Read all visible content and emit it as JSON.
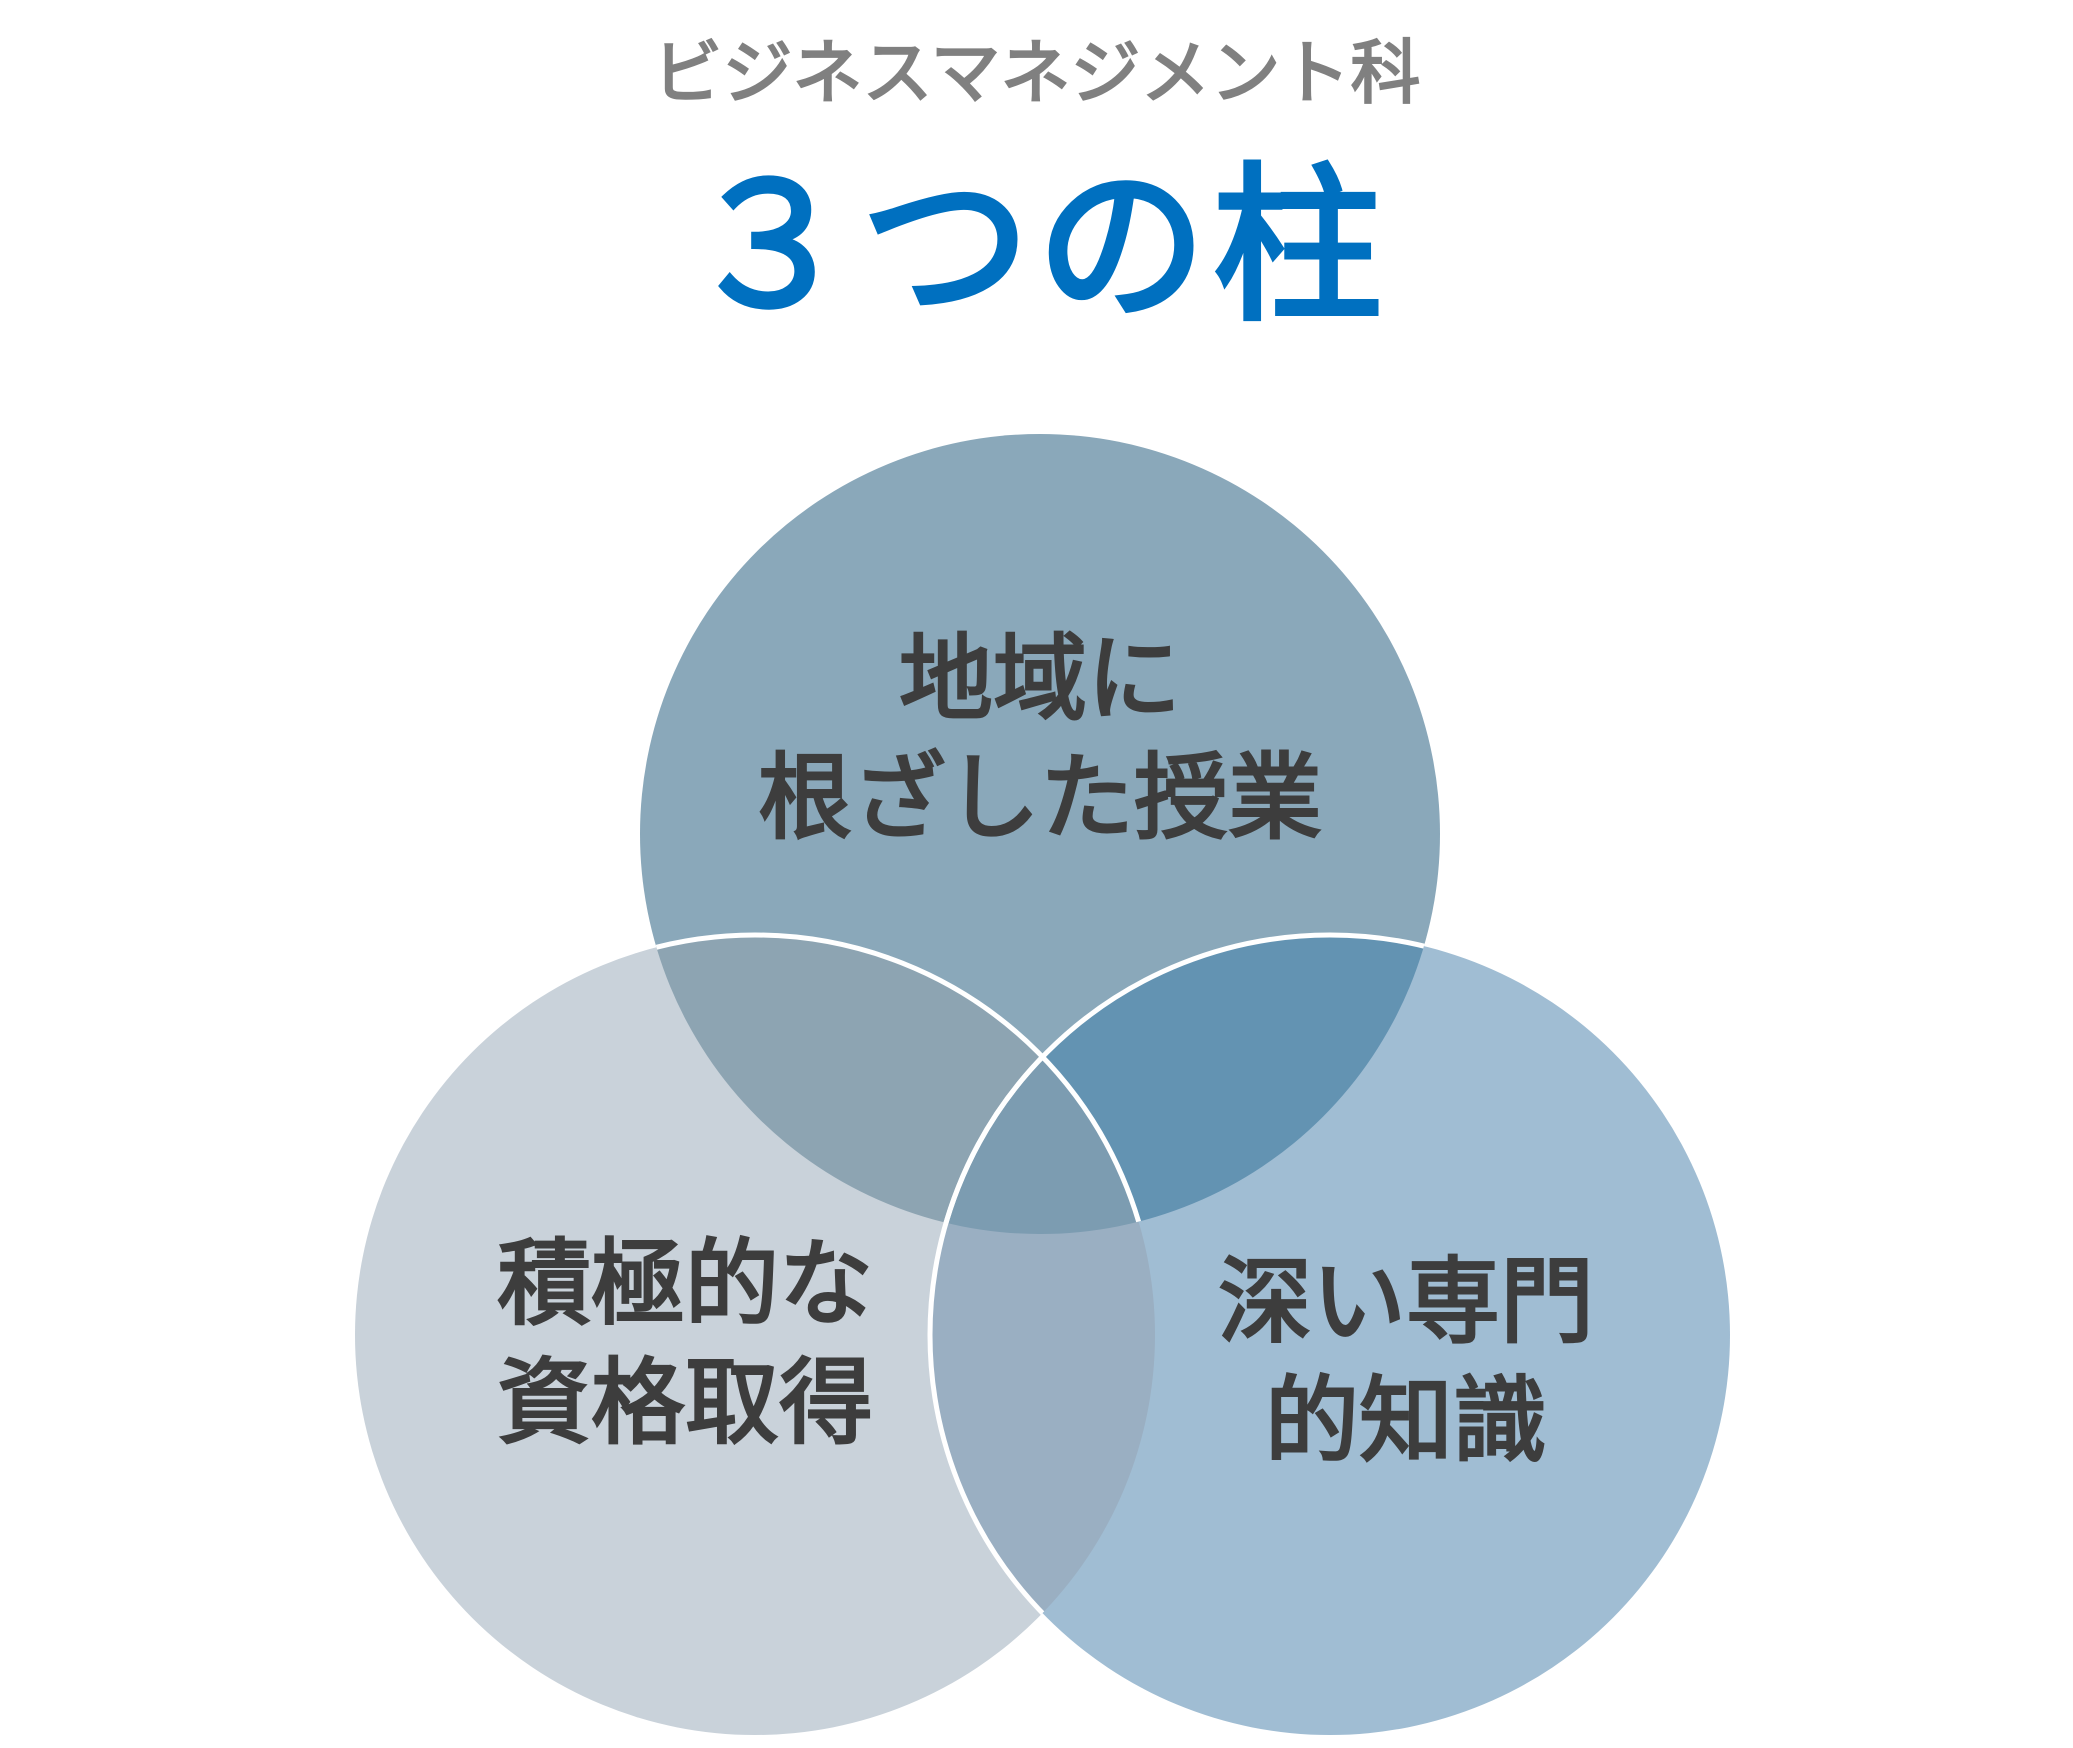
{
  "header": {
    "subtitle": "ビジネスマネジメント科",
    "title": "３つの柱"
  },
  "pillars": [
    {
      "lines": [
        "地域に",
        "根ざした授業"
      ],
      "color": "#8aa8ba"
    },
    {
      "lines": [
        "積極的な",
        "資格取得"
      ],
      "color": "#c9d2da"
    },
    {
      "lines": [
        "深い専門",
        "的知識"
      ],
      "color": "#a0bdd3"
    }
  ],
  "overlap_colors": {
    "top_left": "#8da4b2",
    "top_right": "#6393b2",
    "left_right": "#9aafc2",
    "center": "#7c9cb1"
  },
  "outline_color": "#ffffff",
  "text_color": "#3d3d3d",
  "title_color": "#0070c0",
  "subtitle_color": "#808080"
}
